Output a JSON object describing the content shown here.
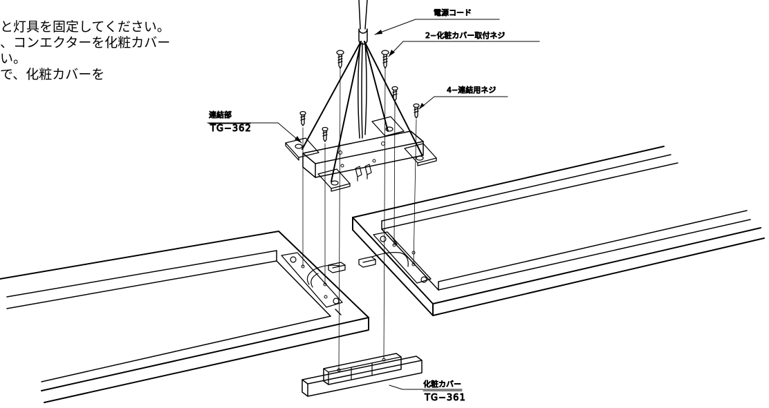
{
  "instructions": [
    "と灯具を固定してください。",
    "、コンエクターを化粧カバー",
    "い。",
    "で、化粧カバーを"
  ],
  "callouts": {
    "power_cord": "電源コード",
    "cover_screws": "2−化粧カバー取付ネジ",
    "connect_screws": "4−連結用ネジ",
    "connector_part": "連結部",
    "connector_model": "TG−362",
    "cover": "化粧カバー",
    "cover_model": "TG−361"
  }
}
